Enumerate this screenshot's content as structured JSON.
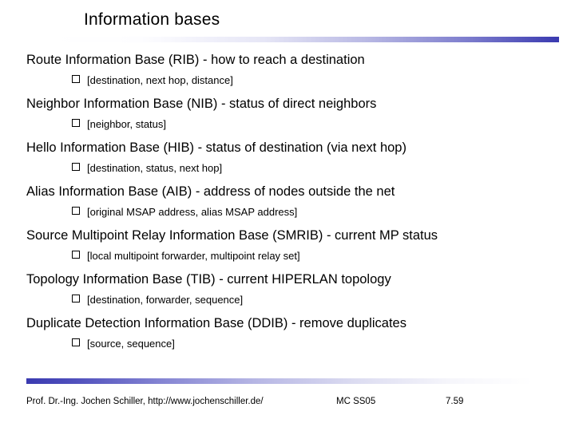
{
  "slide": {
    "title": "Information bases",
    "accent_color": "#3a3ab0",
    "background_color": "#ffffff",
    "text_color": "#000000",
    "bullet_glyph": "hollow-square"
  },
  "blocks": [
    {
      "heading": "Route Information Base (RIB) - how to reach a destination",
      "sub": "[destination, next hop, distance]"
    },
    {
      "heading": "Neighbor Information Base (NIB) - status of direct neighbors",
      "sub": "[neighbor, status]"
    },
    {
      "heading": "Hello Information Base (HIB) - status of destination (via next hop)",
      "sub": "[destination, status, next hop]"
    },
    {
      "heading": "Alias Information Base (AIB) - address of nodes outside the net",
      "sub": "[original MSAP address, alias MSAP address]"
    },
    {
      "heading": "Source Multipoint Relay Information Base (SMRIB) - current MP status",
      "sub": "[local multipoint forwarder, multipoint relay set]"
    },
    {
      "heading": "Topology Information Base (TIB) - current HIPERLAN topology",
      "sub": "[destination, forwarder, sequence]"
    },
    {
      "heading": "Duplicate Detection Information Base (DDIB) - remove duplicates",
      "sub": "[source, sequence]"
    }
  ],
  "footer": {
    "author": "Prof. Dr.-Ing. Jochen Schiller, http://www.jochenschiller.de/",
    "course": "MC SS05",
    "page": "7.59"
  }
}
